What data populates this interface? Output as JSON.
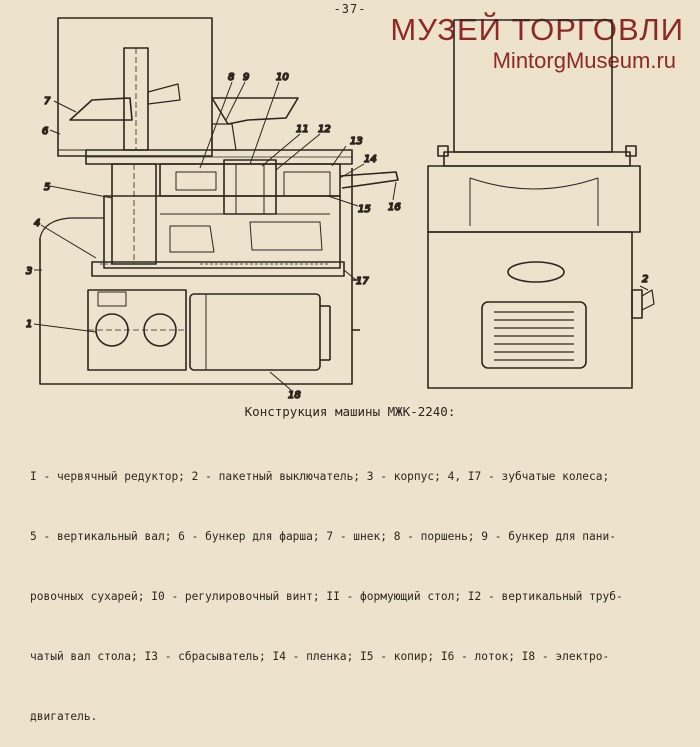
{
  "page_number": "-37-",
  "watermark": {
    "title": "МУЗЕЙ ТОРГОВЛИ",
    "url": "MintorgMuseum.ru",
    "color": "#8e2a24"
  },
  "caption": "Конструкция машины МЖК-2240:",
  "legend_lines": [
    "I - червячный редуктор; 2 - пакетный выключатель; 3 - корпус; 4, I7 - зубчатые колеса;",
    "5 - вертикальный вал; 6 - бункер для фарша; 7 - шнек; 8 - поршень; 9 - бункер для пани-",
    "ровочных сухарей; I0 - регулировочный винт; II - формующий стол; I2 - вертикальный труб-",
    "чатый вал стола; I3 - сбрасыватель; I4 - пленка; I5 - копир; I6 - лоток; I8 - электро-",
    "двигатель."
  ],
  "callouts": [
    "7",
    "6",
    "8",
    "9",
    "10",
    "11",
    "12",
    "13",
    "14",
    "16",
    "15",
    "5",
    "4",
    "3",
    "17",
    "1",
    "18",
    "2"
  ]
}
